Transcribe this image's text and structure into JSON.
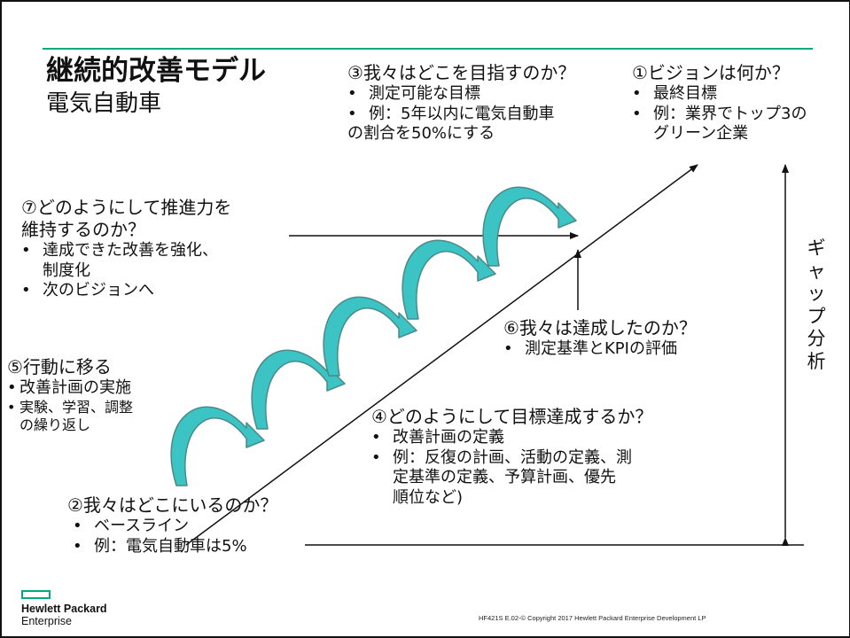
{
  "colors": {
    "accent_teal": "#01a982",
    "step_arrow_fill": "#3cc4c4",
    "step_arrow_stroke": "#4a8a8a",
    "line": "#111111"
  },
  "title": {
    "main": "継続的改善モデル",
    "sub": "電気自動車"
  },
  "blocks": [
    {
      "id": "vision",
      "heading": "①ビジョンは何か？",
      "items": [
        {
          "lines": [
            "最終目標"
          ]
        },
        {
          "lines": [
            "例：業界でトップ3の",
            "グリーン企業"
          ]
        }
      ]
    },
    {
      "id": "target",
      "heading": "③我々はどこを目指すのか？",
      "items": [
        {
          "lines": [
            "測定可能な目標"
          ]
        },
        {
          "lines": [
            "例：5年以内に電気自動車",
            "の割合を50%にする"
          ]
        }
      ]
    },
    {
      "id": "momentum",
      "heading": "⑦どのようにして推進力を",
      "heading_cont": "維持するのか？",
      "items": [
        {
          "lines": [
            "達成できた改善を強化、",
            "制度化"
          ]
        },
        {
          "lines": [
            "次のビジョンへ"
          ]
        }
      ]
    },
    {
      "id": "achieved",
      "heading": "⑥我々は達成したのか？",
      "items": [
        {
          "lines": [
            "測定基準とKPIの評価"
          ]
        }
      ]
    },
    {
      "id": "action",
      "heading": "⑤行動に移る",
      "items": [
        {
          "lines": [
            "改善計画の実施"
          ]
        },
        {
          "lines": [
            "実験、学習、調整",
            "の繰り返し"
          ]
        }
      ]
    },
    {
      "id": "plan",
      "heading": "④どのようにして目標達成するか？",
      "items": [
        {
          "lines": [
            "改善計画の定義"
          ]
        },
        {
          "lines": [
            "例：反復の計画、活動の定義、測",
            "定基準の定義、予算計画、優先",
            "順位など)"
          ]
        }
      ]
    },
    {
      "id": "current",
      "heading": "②我々はどこにいるのか？",
      "items": [
        {
          "lines": [
            "ベースライン"
          ]
        },
        {
          "lines": [
            "例：電気自動車は5%"
          ]
        }
      ]
    }
  ],
  "bullet_char": "•",
  "gap_label": [
    "ギ",
    "ャ",
    "ッ",
    "プ",
    "分",
    "析"
  ],
  "logo": {
    "line1": "Hewlett Packard",
    "line2": "Enterprise"
  },
  "footer": "HF421S E.02-© Copyright 2017 Hewlett Packard Enterprise Development LP"
}
